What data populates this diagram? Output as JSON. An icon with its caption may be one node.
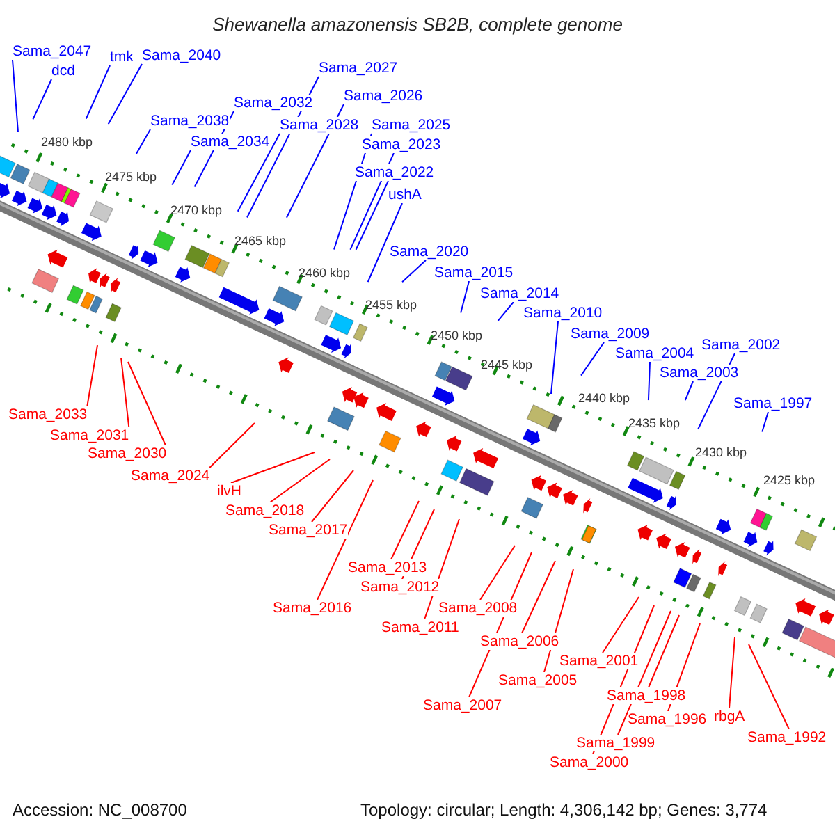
{
  "diagram": {
    "title": "Shewanella amazonensis SB2B, complete genome",
    "nodes": [
      {
        "text": [
          "Sama_2047"
        ]
      },
      {
        "text": [
          "tmk"
        ]
      },
      {
        "text": [
          "Sama_2040"
        ]
      },
      {
        "text": [
          "dcd"
        ]
      },
      {
        "text": [
          "Sama_2027"
        ]
      },
      {
        "text": [
          "Sama_2026"
        ]
      },
      {
        "text": [
          "Sama_2032"
        ]
      },
      {
        "text": [
          "Sama_2038"
        ]
      },
      {
        "text": [
          "Sama_2028"
        ]
      },
      {
        "text": [
          "Sama_2025"
        ]
      },
      {
        "text": [
          "Sama_2034"
        ]
      },
      {
        "text": [
          "Sama_2023"
        ]
      },
      {
        "text": [
          "Sama_2022"
        ]
      },
      {
        "text": [
          "ushA"
        ]
      },
      {
        "text": [
          "Sama_2020"
        ]
      },
      {
        "text": [
          "Sama_2015"
        ]
      },
      {
        "text": [
          "Sama_2014"
        ]
      },
      {
        "text": [
          "Sama_2010"
        ]
      },
      {
        "text": [
          "Sama_2009"
        ]
      },
      {
        "text": [
          "Sama_2002"
        ]
      },
      {
        "text": [
          "Sama_2004"
        ]
      },
      {
        "text": [
          "Sama_2003"
        ]
      },
      {
        "text": [
          "Sama_1997"
        ]
      },
      {
        "text": [
          "Sama_2033"
        ]
      },
      {
        "text": [
          "Sama_2031"
        ]
      },
      {
        "text": [
          "Sama_2030"
        ]
      },
      {
        "text": [
          "Sama_2024"
        ]
      },
      {
        "text": [
          "ilvH"
        ]
      },
      {
        "text": [
          "Sama_2018"
        ]
      },
      {
        "text": [
          "Sama_2017"
        ]
      },
      {
        "text": [
          "Sama_2013"
        ]
      },
      {
        "text": [
          "Sama_2012"
        ]
      },
      {
        "text": [
          "Sama_2016"
        ]
      },
      {
        "text": [
          "Sama_2008"
        ]
      },
      {
        "text": [
          "Sama_2011"
        ]
      },
      {
        "text": [
          "Sama_2006"
        ]
      },
      {
        "text": [
          "Sama_2001"
        ]
      },
      {
        "text": [
          "Sama_2005"
        ]
      },
      {
        "text": [
          "Sama_1998"
        ]
      },
      {
        "text": [
          "Sama_2007"
        ]
      },
      {
        "text": [
          "rbgA"
        ]
      },
      {
        "text": [
          "Sama_1996"
        ]
      },
      {
        "text": [
          "Sama_1992"
        ]
      },
      {
        "text": [
          "Sama_1999"
        ]
      },
      {
        "text": [
          "Sama_2000"
        ]
      }
    ],
    "edges": [
      {
        "from": 0,
        "to": null,
        "arrow": "none"
      },
      {
        "from": 1,
        "to": null,
        "arrow": "none"
      },
      {
        "from": 2,
        "to": null,
        "arrow": "none"
      },
      {
        "from": 3,
        "to": null,
        "arrow": "none"
      },
      {
        "from": 4,
        "to": null,
        "arrow": "none"
      },
      {
        "from": 5,
        "to": null,
        "arrow": "none"
      },
      {
        "from": 6,
        "to": null,
        "arrow": "none"
      },
      {
        "from": 7,
        "to": null,
        "arrow": "none"
      },
      {
        "from": 8,
        "to": null,
        "arrow": "none"
      },
      {
        "from": 9,
        "to": null,
        "arrow": "none"
      },
      {
        "from": 10,
        "to": null,
        "arrow": "none"
      },
      {
        "from": 11,
        "to": null,
        "arrow": "none"
      },
      {
        "from": 12,
        "to": null,
        "arrow": "none"
      },
      {
        "from": 13,
        "to": null,
        "arrow": "none"
      },
      {
        "from": 14,
        "to": null,
        "arrow": "none"
      },
      {
        "from": 15,
        "to": null,
        "arrow": "none"
      },
      {
        "from": 16,
        "to": null,
        "arrow": "none"
      },
      {
        "from": 17,
        "to": null,
        "arrow": "none"
      },
      {
        "from": 18,
        "to": null,
        "arrow": "none"
      },
      {
        "from": 19,
        "to": null,
        "arrow": "none"
      },
      {
        "from": 20,
        "to": null,
        "arrow": "none"
      },
      {
        "from": 21,
        "to": null,
        "arrow": "none"
      },
      {
        "from": 22,
        "to": null,
        "arrow": "none"
      },
      {
        "from": 23,
        "to": null,
        "arrow": "none",
        "color": "#ff0000"
      },
      {
        "from": 24,
        "to": null,
        "arrow": "none",
        "color": "#ff0000"
      },
      {
        "from": 25,
        "to": null,
        "arrow": "none",
        "color": "#ff0000"
      },
      {
        "from": 26,
        "to": null,
        "arrow": "none",
        "color": "#ff0000"
      },
      {
        "from": 27,
        "to": null,
        "arrow": "none",
        "color": "#ff0000"
      },
      {
        "from": 28,
        "to": null,
        "arrow": "none",
        "color": "#ff0000"
      },
      {
        "from": 29,
        "to": null,
        "arrow": "none",
        "color": "#ff0000"
      },
      {
        "from": 30,
        "to": null,
        "arrow": "none",
        "color": "#ff0000"
      },
      {
        "from": 31,
        "to": null,
        "arrow": "none",
        "color": "#ff0000"
      },
      {
        "from": 32,
        "to": null,
        "arrow": "none",
        "color": "#ff0000"
      },
      {
        "from": 33,
        "to": null,
        "arrow": "none",
        "color": "#ff0000"
      },
      {
        "from": 34,
        "to": null,
        "arrow": "none",
        "color": "#ff0000"
      },
      {
        "from": 35,
        "to": null,
        "arrow": "none",
        "color": "#ff0000"
      },
      {
        "from": 36,
        "to": null,
        "arrow": "none",
        "color": "#ff0000"
      },
      {
        "from": 37,
        "to": null,
        "arrow": "none",
        "color": "#ff0000"
      },
      {
        "from": 38,
        "to": null,
        "arrow": "none",
        "color": "#ff0000"
      },
      {
        "from": 39,
        "to": null,
        "arrow": "none",
        "color": "#ff0000"
      },
      {
        "from": 40,
        "to": null,
        "arrow": "none",
        "color": "#ff0000"
      },
      {
        "from": 41,
        "to": null,
        "arrow": "none",
        "color": "#ff0000"
      },
      {
        "from": 42,
        "to": null,
        "arrow": "none",
        "color": "#ff0000"
      },
      {
        "from": 43,
        "to": null,
        "arrow": "none",
        "color": "#ff0000"
      },
      {
        "from": 44,
        "to": null,
        "arrow": "none",
        "color": "#ff0000"
      }
    ],
    "labels": [
      "2480 kbp",
      "2475 kbp",
      "2470 kbp",
      "2465 kbp",
      "2460 kbp",
      "2455 kbp",
      "2450 kbp",
      "2445 kbp",
      "2440 kbp",
      "2435 kbp",
      "2430 kbp",
      "2425 kbp",
      "Accession: NC_008700",
      "Topology: circular; Length: 4,306,142 bp; Genes: 3,774"
    ]
  }
}
